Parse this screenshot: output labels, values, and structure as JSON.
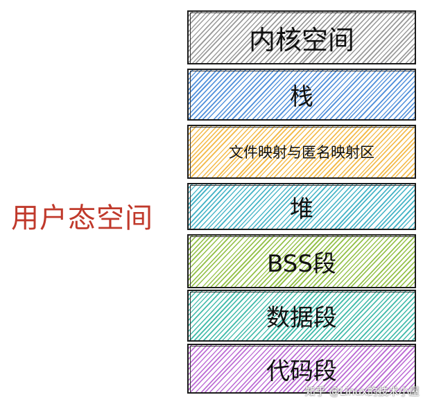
{
  "side_label": "用户态空间",
  "segments": [
    {
      "label": "内核空间",
      "color": "#8c8c8c"
    },
    {
      "label": "栈",
      "color": "#3b82d6"
    },
    {
      "label": "文件映射与匿名映射区",
      "color": "#f2b233"
    },
    {
      "label": "堆",
      "color": "#2eaabf"
    },
    {
      "label": "BSS段",
      "color": "#86b931"
    },
    {
      "label": "数据段",
      "color": "#2bb3a0"
    },
    {
      "label": "代码段",
      "color": "#b45ad0"
    }
  ],
  "watermark": "知乎 @Linux的技术小屋"
}
